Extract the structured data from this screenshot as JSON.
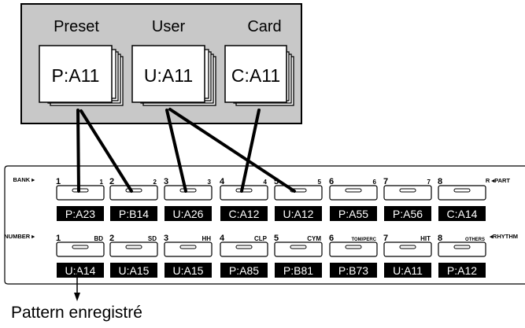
{
  "sources": [
    {
      "label": "Preset",
      "pattern": "P:A11"
    },
    {
      "label": "User",
      "pattern": "U:A11"
    },
    {
      "label": "Card",
      "pattern": "C:A11"
    }
  ],
  "panel": {
    "bank_label": "BANK ▸",
    "number_label": "NUMBER ▸",
    "part_label": "R ◂PART",
    "rhythm_label": "◂RHYTHM",
    "top_row": [
      {
        "num": "1",
        "sub": "1",
        "display": "P:A23"
      },
      {
        "num": "2",
        "sub": "2",
        "display": "P:B14"
      },
      {
        "num": "3",
        "sub": "3",
        "display": "U:A26"
      },
      {
        "num": "4",
        "sub": "4",
        "display": "C:A12"
      },
      {
        "num": "5",
        "sub": "5",
        "display": "U:A12"
      },
      {
        "num": "6",
        "sub": "6",
        "display": "P:A55"
      },
      {
        "num": "7",
        "sub": "7",
        "display": "P:A56"
      },
      {
        "num": "8",
        "sub": "",
        "display": "C:A14"
      }
    ],
    "bottom_row": [
      {
        "num": "1",
        "sub": "BD",
        "display": "U:A14"
      },
      {
        "num": "2",
        "sub": "SD",
        "display": "U:A15"
      },
      {
        "num": "3",
        "sub": "HH",
        "display": "U:A15"
      },
      {
        "num": "4",
        "sub": "CLP",
        "display": "P:A85"
      },
      {
        "num": "5",
        "sub": "CYM",
        "display": "P:B81"
      },
      {
        "num": "6",
        "sub": "TOM/PERC",
        "display": "P:B73"
      },
      {
        "num": "7",
        "sub": "HIT",
        "display": "U:A11"
      },
      {
        "num": "8",
        "sub": "OTHERS",
        "display": "P:A12"
      }
    ]
  },
  "caption": "Pattern enregistré",
  "colors": {
    "source_box_fill": "#c8c8c8",
    "display_fill": "#000000",
    "display_text": "#ffffff"
  }
}
